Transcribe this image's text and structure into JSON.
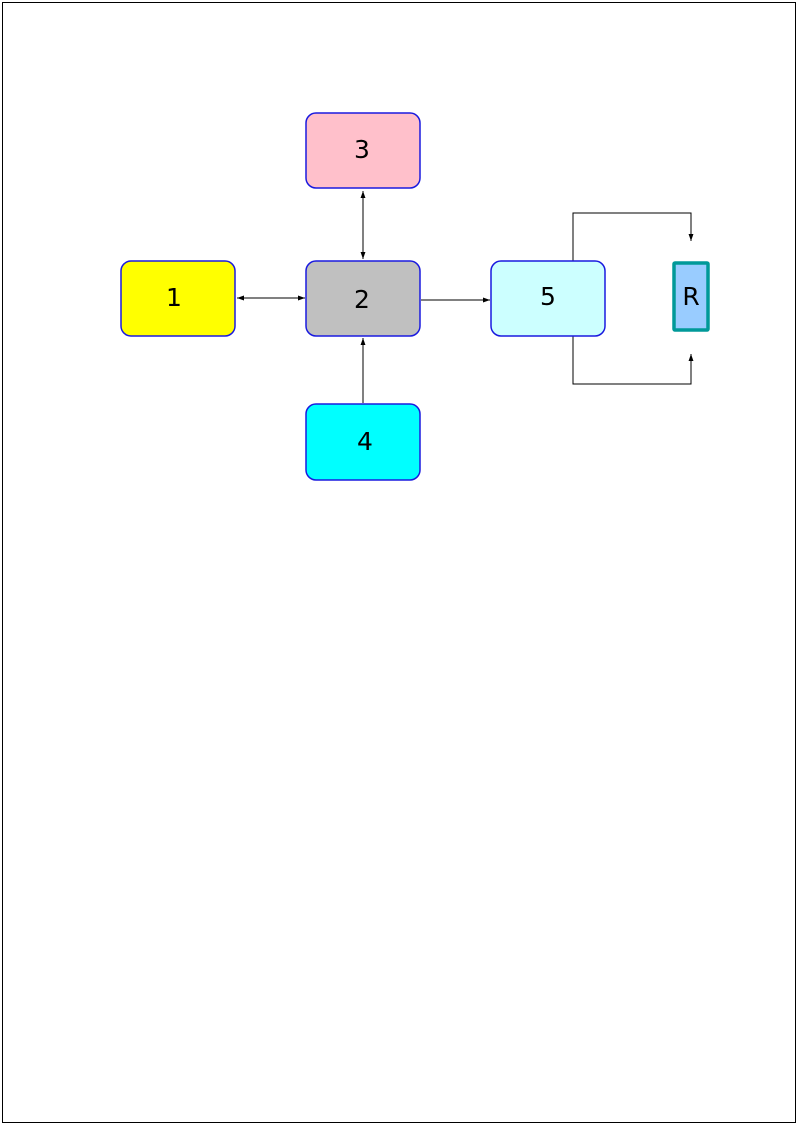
{
  "diagram": {
    "nodes": [
      {
        "id": "1",
        "label": "1",
        "fill": "#ffff00",
        "border": "#1a1adf"
      },
      {
        "id": "2",
        "label": "2",
        "fill": "#c0c0c0",
        "border": "#1a1adf"
      },
      {
        "id": "3",
        "label": "3",
        "fill": "#ffc0cb",
        "border": "#1a1adf"
      },
      {
        "id": "4",
        "label": "4",
        "fill": "#00ffff",
        "border": "#1a1adf"
      },
      {
        "id": "5",
        "label": "5",
        "fill": "#ccffff",
        "border": "#1a1adf"
      },
      {
        "id": "R",
        "label": "R",
        "fill": "#99ccff",
        "border": "#009999"
      }
    ],
    "edges": [
      {
        "from": "1",
        "to": "2",
        "direction": "both"
      },
      {
        "from": "3",
        "to": "2",
        "direction": "both"
      },
      {
        "from": "4",
        "to": "2",
        "direction": "forward"
      },
      {
        "from": "2",
        "to": "5",
        "direction": "forward"
      },
      {
        "from": "5",
        "to": "R",
        "direction": "forward",
        "route": "top"
      },
      {
        "from": "5",
        "to": "R",
        "direction": "forward",
        "route": "bottom"
      }
    ]
  }
}
